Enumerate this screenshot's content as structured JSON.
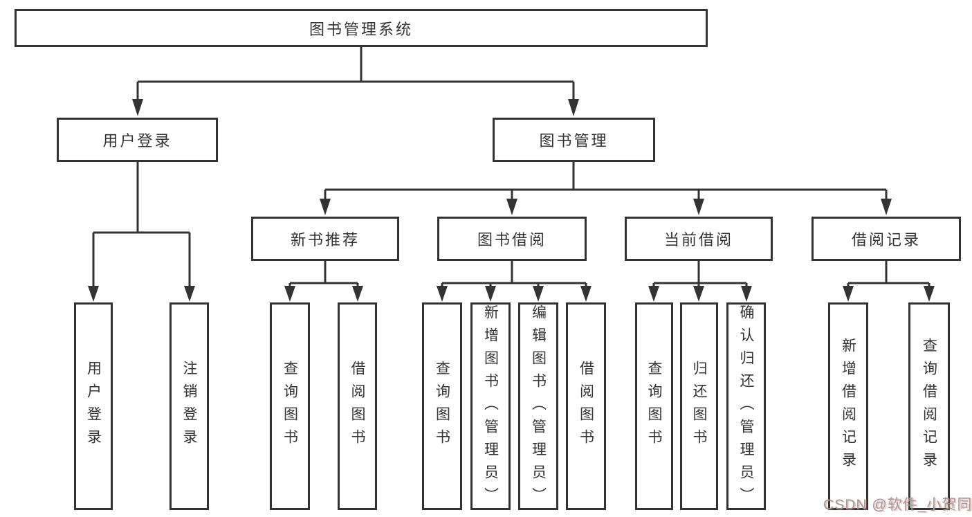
{
  "diagram": {
    "root": {
      "label": "图书管理系统"
    },
    "branches": [
      {
        "label": "用户登录",
        "children": [
          {
            "label": "用户登录"
          },
          {
            "label": "注销登录"
          }
        ]
      },
      {
        "label": "图书管理",
        "children": [
          {
            "label": "新书推荐",
            "children": [
              {
                "label": "查询图书"
              },
              {
                "label": "借阅图书"
              }
            ]
          },
          {
            "label": "图书借阅",
            "children": [
              {
                "label": "查询图书"
              },
              {
                "label": "新增图书（管理员）"
              },
              {
                "label": "编辑图书（管理员）"
              },
              {
                "label": "借阅图书"
              }
            ]
          },
          {
            "label": "当前借阅",
            "children": [
              {
                "label": "查询图书"
              },
              {
                "label": "归还图书"
              },
              {
                "label": "确认归还（管理员）"
              }
            ]
          },
          {
            "label": "借阅记录",
            "children": [
              {
                "label": "新增借阅记录"
              },
              {
                "label": "查询借阅记录"
              }
            ]
          }
        ]
      }
    ]
  },
  "watermark": {
    "text": "CSDN @软件_小贺同学"
  },
  "colors": {
    "line": "#333333",
    "box_background": "#ffffff",
    "text": "#333333",
    "watermark": "#9b9b9b",
    "watermark_shadow": "#e96565"
  }
}
